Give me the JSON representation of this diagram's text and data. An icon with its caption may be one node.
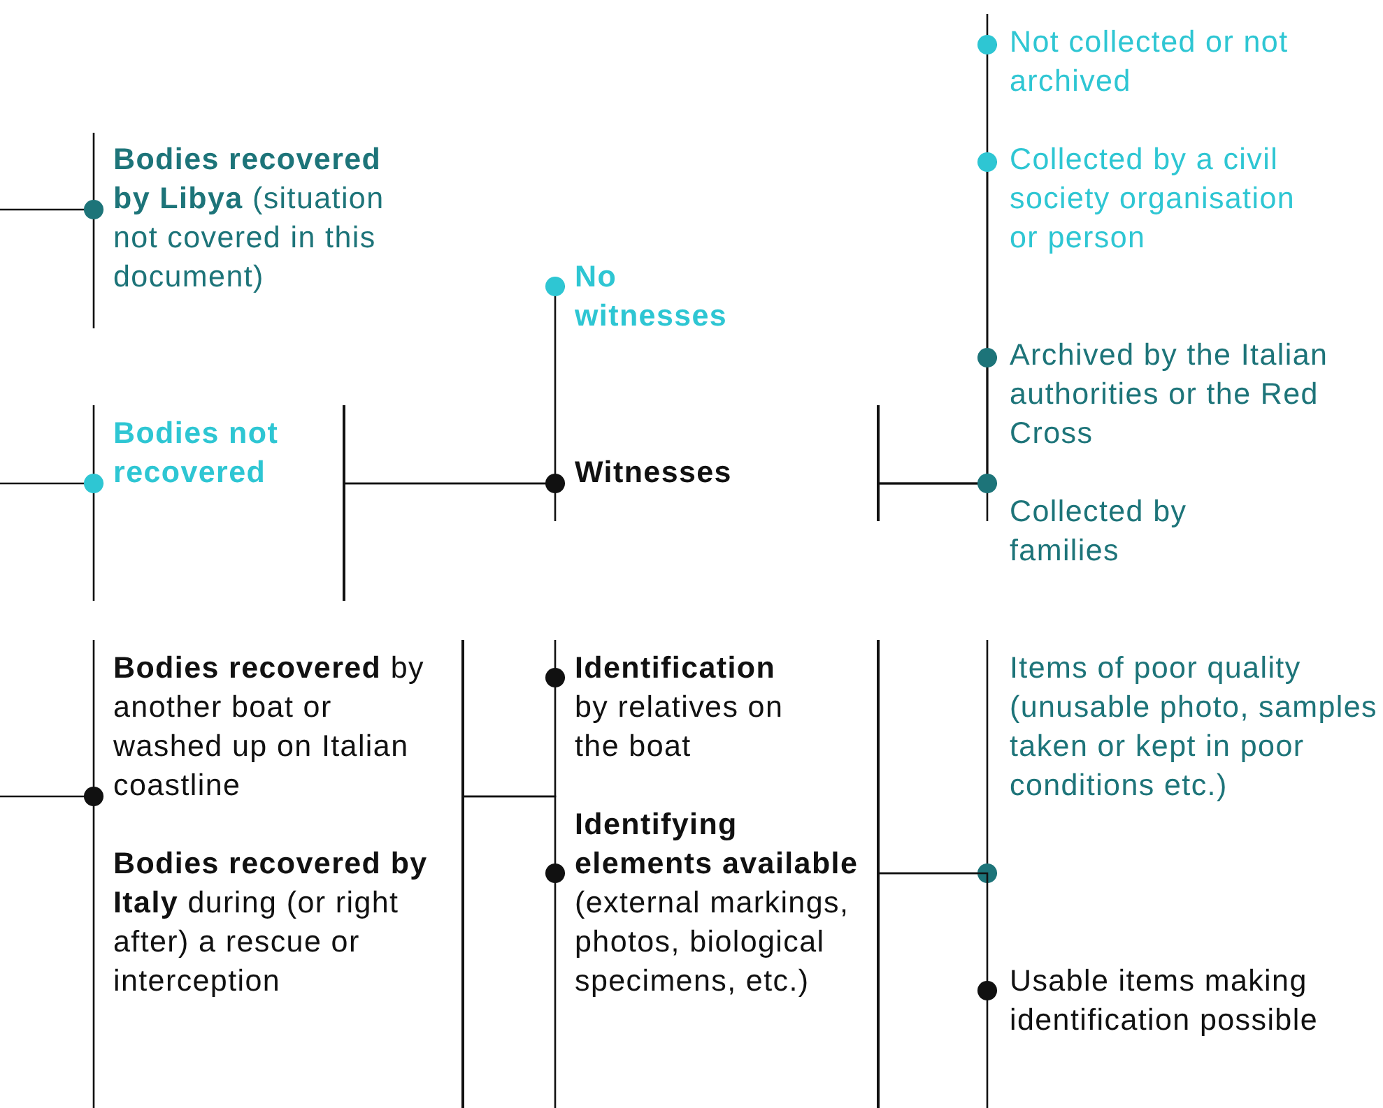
{
  "diagram": {
    "nodes": [
      {
        "text": [
          "**Bodies recovered by Libya** (situation not covered in this document)"
        ]
      },
      {
        "text": [
          "Bodies not recovered"
        ]
      },
      {
        "text": [
          "**Bodies recovered** by another boat or washed up on Italian coastline",
          "**Bodies recovered by Italy** during (or right after) a rescue or interception"
        ]
      },
      {
        "text": [
          "No witnesses"
        ]
      },
      {
        "text": [
          "Witnesses"
        ]
      },
      {
        "text": [
          "**Identification** by relatives on the boat"
        ]
      },
      {
        "text": [
          "**Identifying elements available** (external markings, photos, biological specimens, etc.)"
        ]
      },
      {
        "text": [
          "Not collected or not archived"
        ]
      },
      {
        "text": [
          "Collected by a civil society organisation or person"
        ]
      },
      {
        "text": [
          "Archived by the Italian authorities or the Red Cross"
        ]
      },
      {
        "text": [
          "Collected by families"
        ]
      },
      {
        "text": [
          "Items of poor quality (unusable photo, samples taken or kept in poor conditions etc.)"
        ]
      },
      {
        "text": [
          "Usable items making identification possible"
        ]
      }
    ],
    "edges": [
      {
        "from": null,
        "to": 0,
        "arrow": "other"
      },
      {
        "from": null,
        "to": 1,
        "arrow": "other"
      },
      {
        "from": null,
        "to": 2,
        "arrow": "other"
      },
      {
        "from": 1,
        "to": 3,
        "arrow": "other"
      },
      {
        "from": 1,
        "to": 4,
        "arrow": "other"
      },
      {
        "from": 4,
        "to": 7,
        "arrow": "other"
      },
      {
        "from": 4,
        "to": 8,
        "arrow": "other"
      },
      {
        "from": 4,
        "to": 9,
        "arrow": "other"
      },
      {
        "from": 4,
        "to": 10,
        "arrow": "other"
      },
      {
        "from": 2,
        "to": 5,
        "arrow": "other"
      },
      {
        "from": 2,
        "to": 6,
        "arrow": "other"
      },
      {
        "from": 6,
        "to": 11,
        "arrow": "other"
      },
      {
        "from": 6,
        "to": 12,
        "arrow": "other"
      }
    ]
  }
}
